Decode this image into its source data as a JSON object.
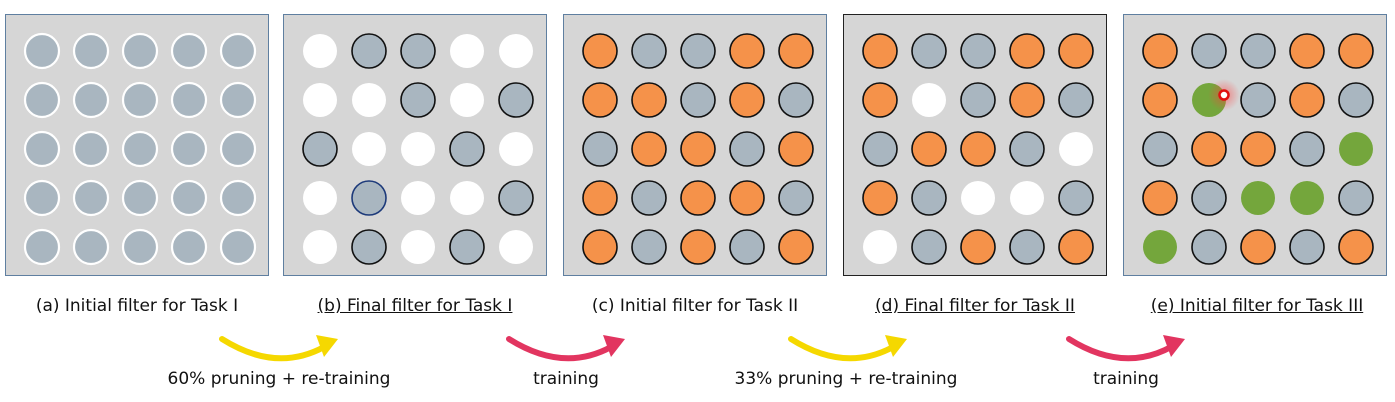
{
  "colors": {
    "panel_bg": "#d6d6d6",
    "gray_weight": "#a9b6c0",
    "pruned": "#ffffff",
    "orange": "#f5924a",
    "green": "#74a63c",
    "yellow_arrow": "#f5d800",
    "pink_arrow": "#e23560"
  },
  "panels": [
    {
      "caption": "(a) Initial filter for Task I",
      "underlined": false,
      "grid": [
        "G0G0G0G0G0",
        "G0G0G0G0G0",
        "G0G0G0G0G0",
        "G0G0G0G0G0",
        "G0G0G0G0G0"
      ]
    },
    {
      "caption": "(b) Final filter for Task I",
      "underlined": true,
      "grid": [
        "W G G W W ",
        "W W G W G ",
        "G W W G W ",
        "W B W W G ",
        "W G W G W "
      ]
    },
    {
      "caption": "(c) Initial filter for Task II",
      "underlined": false,
      "grid": [
        "O G G O O ",
        "O O G O G ",
        "G O O G O ",
        "O G O O G ",
        "O G O G O "
      ]
    },
    {
      "caption": "(d) Final filter for Task II",
      "underlined": true,
      "grid": [
        "O G G O O ",
        "O W G O G ",
        "G O O G W ",
        "O G W W G ",
        "W G O G O "
      ]
    },
    {
      "caption": "(e) Initial filter for Task III",
      "underlined": true,
      "grid": [
        "O G G O O ",
        "O N G O G ",
        "G O O G N ",
        "O G N N G ",
        "N G O G O "
      ]
    }
  ],
  "steps": [
    {
      "label": "60% pruning + re-training",
      "color": "yellow"
    },
    {
      "label": "training",
      "color": "pink"
    },
    {
      "label": "33% pruning + re-training",
      "color": "yellow"
    },
    {
      "label": "training",
      "color": "pink"
    }
  ]
}
